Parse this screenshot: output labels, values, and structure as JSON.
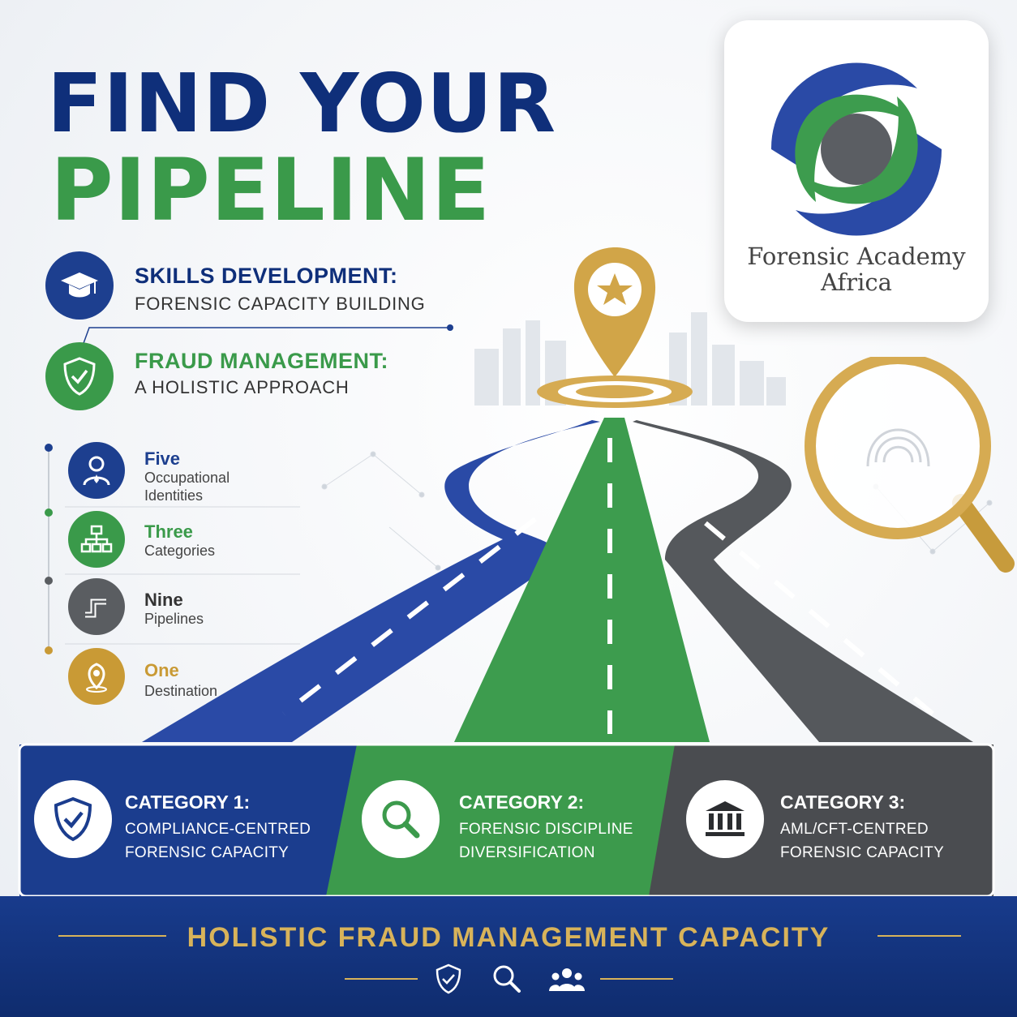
{
  "title": {
    "line1": "FIND YOUR",
    "line2": "PIPELINE"
  },
  "logo": {
    "line1": "Forensic Academy",
    "line2": "Africa"
  },
  "features": [
    {
      "heading": "SKILLS DEVELOPMENT:",
      "sub": "FORENSIC CAPACITY BUILDING",
      "icon": "graduation-cap-icon"
    },
    {
      "heading": "FRAUD MANAGEMENT:",
      "sub": "A HOLISTIC APPROACH",
      "icon": "shield-check-icon"
    }
  ],
  "stats": [
    {
      "heading": "Five",
      "sub1": "Occupational",
      "sub2": "Identities",
      "icon": "person-icon",
      "color": "#1d3f8f"
    },
    {
      "heading": "Three",
      "sub1": "Categories",
      "sub2": "",
      "icon": "hierarchy-icon",
      "color": "#3a9a4a"
    },
    {
      "heading": "Nine",
      "sub1": "Pipelines",
      "sub2": "",
      "icon": "pipe-icon",
      "color": "#5a5d61"
    },
    {
      "heading": "One",
      "sub1": "Destination",
      "sub2": "",
      "icon": "location-pin-icon",
      "color": "#c99a35"
    }
  ],
  "categories": [
    {
      "heading": "CATEGORY 1:",
      "line1": "COMPLIANCE-CENTRED",
      "line2": "FORENSIC CAPACITY",
      "icon": "shield-check-icon",
      "color": "#1b3d8e"
    },
    {
      "heading": "CATEGORY 2:",
      "line1": "FORENSIC DISCIPLINE",
      "line2": "DIVERSIFICATION",
      "icon": "magnifier-icon",
      "color": "#3c9a4c"
    },
    {
      "heading": "CATEGORY 3:",
      "line1": "AML/CFT-CENTRED",
      "line2": "FORENSIC CAPACITY",
      "icon": "bank-icon",
      "color": "#4a4c50"
    }
  ],
  "footer": {
    "text": "HOLISTIC FRAUD MANAGEMENT CAPACITY",
    "icons": [
      "shield-icon",
      "search-icon",
      "people-icon"
    ],
    "accent": "#d8b35a"
  },
  "colors": {
    "navy": "#0f2f7a",
    "green": "#3a9a4a",
    "gray": "#5a5d61",
    "gold": "#c99a35"
  }
}
